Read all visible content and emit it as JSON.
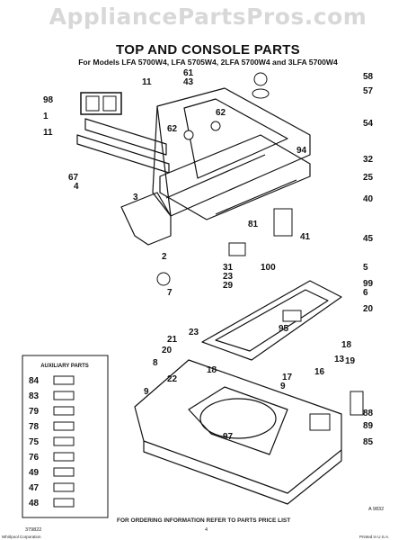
{
  "watermark": "AppliancePartsPros.com",
  "title": "TOP AND CONSOLE PARTS",
  "subtitle": "For Models LFA 5700W4, LFA 5705W4, 2LFA 5700W4 and 3LFA 5700W4",
  "aux_title": "AUXILIARY PARTS",
  "aux_parts": [
    "84",
    "83",
    "79",
    "78",
    "75",
    "76",
    "49",
    "47",
    "48"
  ],
  "callouts": [
    "11",
    "61",
    "43",
    "58",
    "57",
    "98",
    "1",
    "62",
    "62",
    "11",
    "54",
    "94",
    "32",
    "25",
    "67",
    "4",
    "3",
    "40",
    "81",
    "41",
    "45",
    "2",
    "31",
    "23",
    "29",
    "100",
    "5",
    "99",
    "6",
    "20",
    "7",
    "95",
    "23",
    "21",
    "20",
    "18",
    "19",
    "13",
    "8",
    "18",
    "16",
    "17",
    "9",
    "22",
    "88",
    "89",
    "85",
    "9",
    "97"
  ],
  "footer": {
    "left_code": "379822",
    "instruction": "FOR ORDERING INFORMATION REFER TO PARTS PRICE LIST",
    "page": "4",
    "fig_code": "A 9832",
    "corner_left": "Whirlpool Corporation",
    "corner_right": "Printed in U.S.A."
  }
}
